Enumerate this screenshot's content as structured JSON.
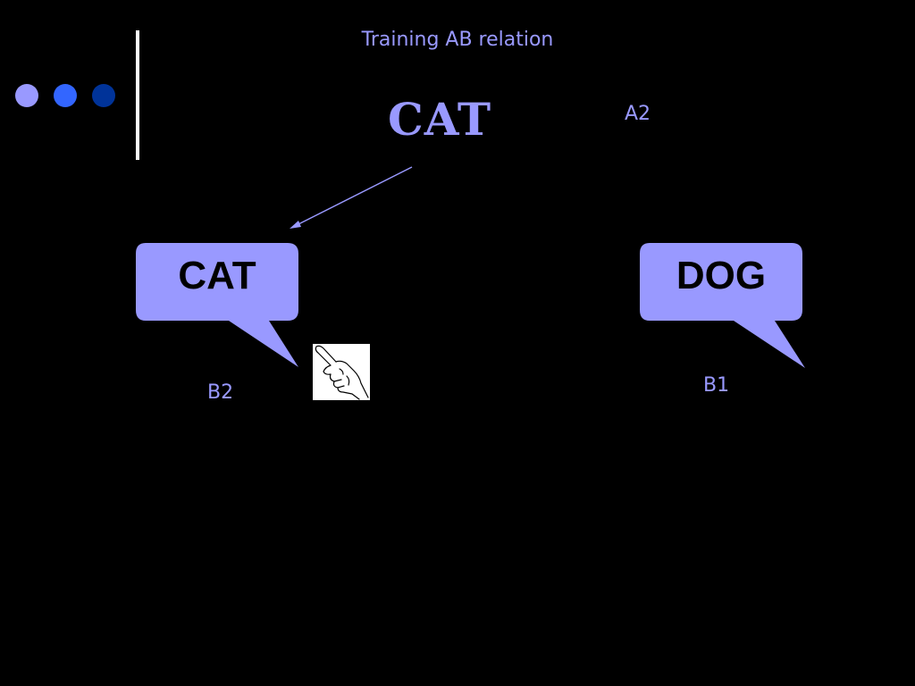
{
  "slide": {
    "title": "Training AB relation",
    "sample": {
      "word": "CAT",
      "label": "A2"
    },
    "comparisons": [
      {
        "word": "CAT",
        "label": "B2"
      },
      {
        "word": "DOG",
        "label": "B1"
      }
    ]
  },
  "theme": {
    "background": "#000000",
    "accent": "#9999ff",
    "dots": [
      "#9999ff",
      "#3366ff",
      "#003399"
    ],
    "divider": "#ffffff"
  },
  "icons": {
    "pointer": "pointing-hand-icon"
  }
}
